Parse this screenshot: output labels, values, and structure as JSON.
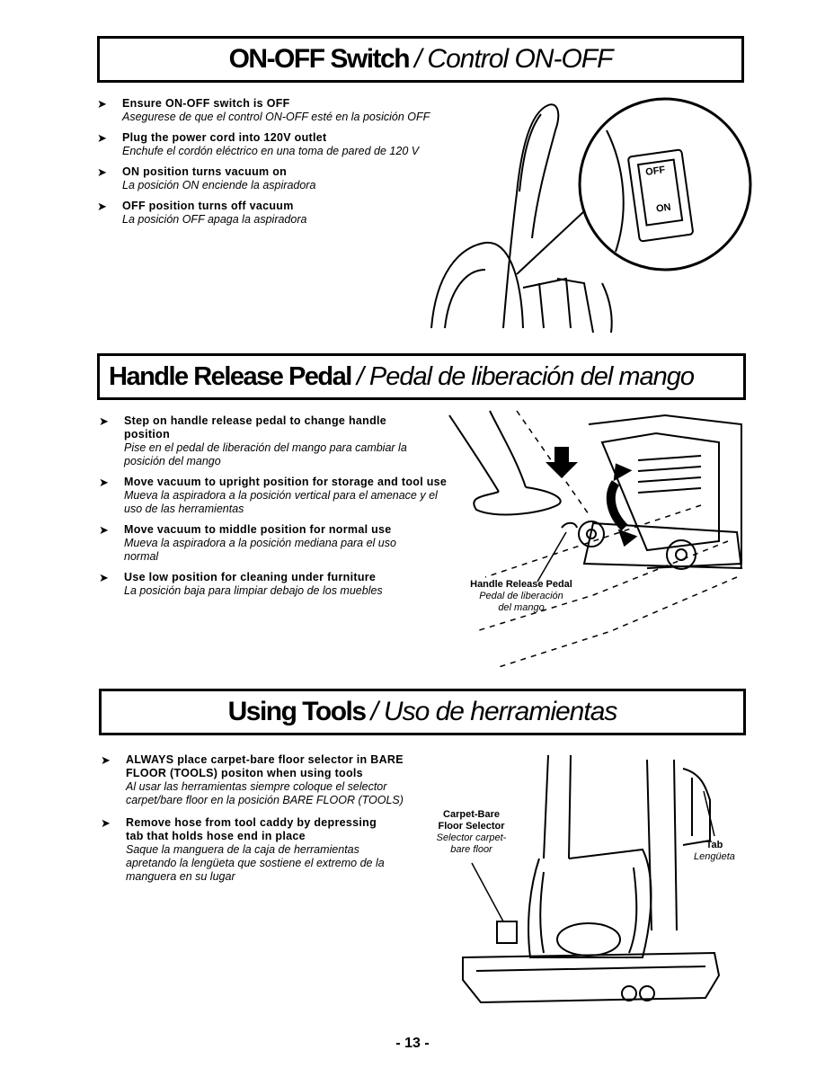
{
  "sections": [
    {
      "title_en": "ON-OFF Switch",
      "title_sep": "/",
      "title_es": "Control ON-OFF",
      "items": [
        {
          "en": "Ensure ON-OFF switch is OFF",
          "es": "Asegurese de que el control ON-OFF esté en la posición OFF"
        },
        {
          "en": "Plug the power cord into 120V outlet",
          "es": "Enchufe el cordón eléctrico en una toma de pared de 120 V"
        },
        {
          "en": "ON position turns vacuum on",
          "es": "La posición ON enciende la aspiradora"
        },
        {
          "en": "OFF position turns off vacuum",
          "es": "La posición OFF apaga la aspiradora"
        }
      ],
      "switch_labels": {
        "off": "OFF",
        "on": "ON"
      }
    },
    {
      "title_en": "Handle Release Pedal",
      "title_sep": "/",
      "title_es": "Pedal de liberación del mango",
      "items": [
        {
          "en": "Step on handle release pedal to change handle position",
          "es": "Pise en el pedal de liberación del mango para cambiar la posición del mango"
        },
        {
          "en": "Move vacuum to upright position for storage and tool use",
          "es": "Mueva la aspiradora a la posición vertical para el amenace y el uso de las herramientas"
        },
        {
          "en": "Move vacuum to middle position for normal use",
          "es": "Mueva la aspiradora a la posición mediana para el uso normal"
        },
        {
          "en": "Use low position for cleaning under furniture",
          "es": "La posición baja para limpiar debajo de los muebles"
        }
      ],
      "callout": {
        "en": "Handle Release Pedal",
        "es1": "Pedal de liberación",
        "es2": "del mango"
      }
    },
    {
      "title_en": "Using Tools",
      "title_sep": "/",
      "title_es": "Uso de herramientas",
      "items": [
        {
          "en": "ALWAYS place carpet-bare floor selector in BARE FLOOR (TOOLS) positon when using tools",
          "es": "Al usar las herramientas siempre coloque el selector carpet/bare floor en la posición BARE FLOOR (TOOLS)"
        },
        {
          "en": "Remove hose from tool caddy by depressing tab that holds hose end in place",
          "es": "Saque la manguera de la caja de herramientas apretando la lengüeta que sostiene el extremo de la manguera en su lugar"
        }
      ],
      "callout_selector": {
        "en1": "Carpet-Bare",
        "en2": "Floor Selector",
        "es1": "Selector carpet-",
        "es2": "bare floor"
      },
      "callout_tab": {
        "en": "Tab",
        "es": "Lengüeta"
      }
    }
  ],
  "bullet_symbol": "➤",
  "page_number": "- 13 -"
}
